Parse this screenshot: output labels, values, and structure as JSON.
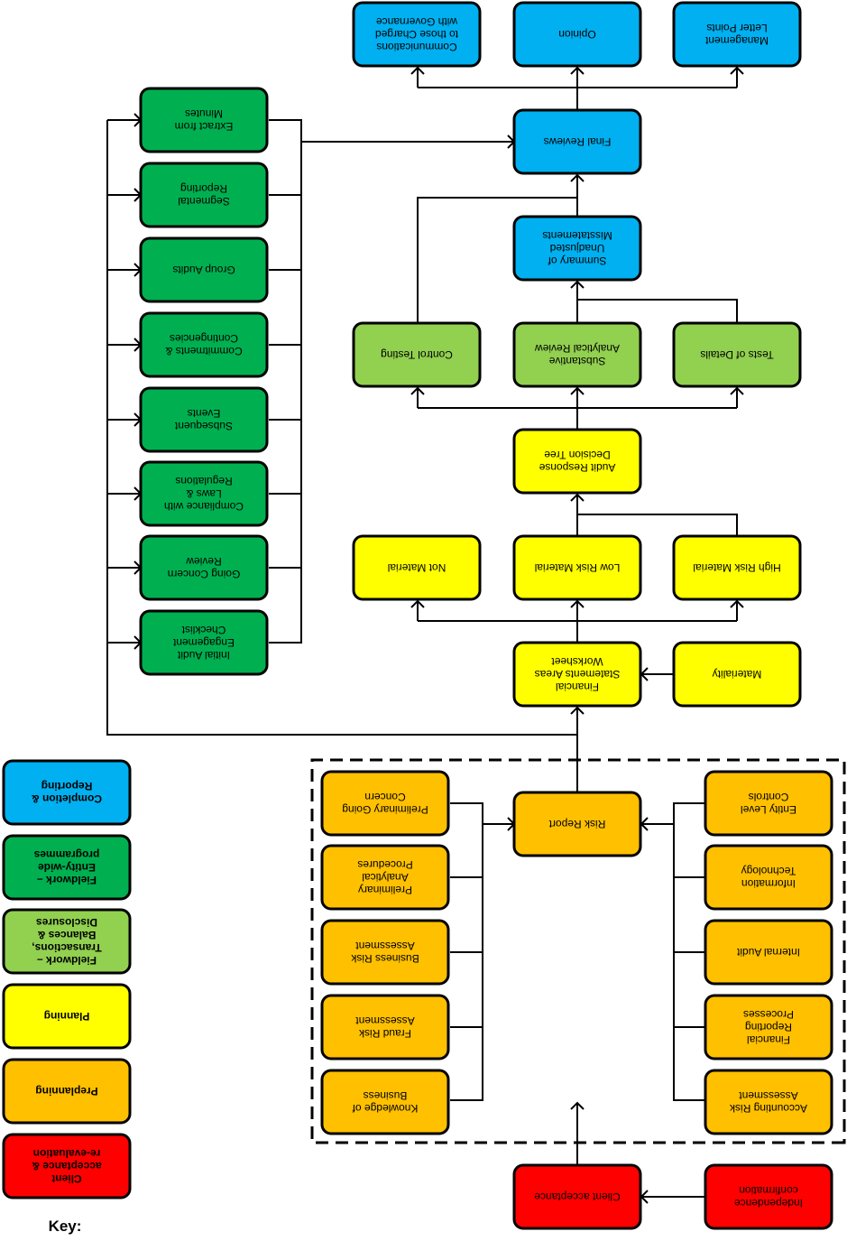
{
  "colors": {
    "completion": "#00B0F0",
    "fieldwork_entity": "#00B050",
    "fieldwork_tbd": "#92D050",
    "planning": "#FFFF00",
    "preplanning": "#FFC000",
    "client": "#FF0000"
  },
  "key": {
    "title": "Key:",
    "items": [
      {
        "id": "key_completion",
        "lines": [
          "Completion &",
          "Reporting"
        ],
        "color": "completion"
      },
      {
        "id": "key_fw_entity",
        "lines": [
          "Fieldwork –",
          "Entity-wide",
          "programmes"
        ],
        "color": "fieldwork_entity"
      },
      {
        "id": "key_fw_tbd",
        "lines": [
          "Fieldwork –",
          "Transactions,",
          "Balances &",
          "Disclosures"
        ],
        "color": "fieldwork_tbd"
      },
      {
        "id": "key_planning",
        "lines": [
          "Planning"
        ],
        "color": "planning"
      },
      {
        "id": "key_preplanning",
        "lines": [
          "Preplanning"
        ],
        "color": "preplanning"
      },
      {
        "id": "key_client",
        "lines": [
          "Client",
          "acceptance &",
          "re-evaluation"
        ],
        "color": "client"
      }
    ]
  },
  "nodes": [
    {
      "id": "comm_governance",
      "lines": [
        "Communications",
        "to those Charged",
        "with Governance"
      ],
      "color": "completion"
    },
    {
      "id": "opinion",
      "lines": [
        "Opinion"
      ],
      "color": "completion"
    },
    {
      "id": "mgmt_letter",
      "lines": [
        "Management",
        "Letter Points"
      ],
      "color": "completion"
    },
    {
      "id": "final_reviews",
      "lines": [
        "Final Reviews"
      ],
      "color": "completion"
    },
    {
      "id": "summary_misstatements",
      "lines": [
        "Summary of",
        "Unadjusted",
        "Misstatements"
      ],
      "color": "completion"
    },
    {
      "id": "control_testing",
      "lines": [
        "Control Testing"
      ],
      "color": "fieldwork_tbd"
    },
    {
      "id": "substantive_analytical",
      "lines": [
        "Substantive",
        "Analytical Review"
      ],
      "color": "fieldwork_tbd"
    },
    {
      "id": "tests_of_details",
      "lines": [
        "Tests of Details"
      ],
      "color": "fieldwork_tbd"
    },
    {
      "id": "audit_response",
      "lines": [
        "Audit Response",
        "Decision Tree"
      ],
      "color": "planning"
    },
    {
      "id": "not_material",
      "lines": [
        "Not Material"
      ],
      "color": "planning"
    },
    {
      "id": "low_risk_material",
      "lines": [
        "Low Risk Material"
      ],
      "color": "planning"
    },
    {
      "id": "high_risk_material",
      "lines": [
        "High Risk Material"
      ],
      "color": "planning"
    },
    {
      "id": "fs_areas_worksheet",
      "lines": [
        "Financial",
        "Statements Areas",
        "Worksheet"
      ],
      "color": "planning"
    },
    {
      "id": "materiality",
      "lines": [
        "Materiality"
      ],
      "color": "planning"
    },
    {
      "id": "extract_minutes",
      "lines": [
        "Extract from",
        "Minutes"
      ],
      "color": "fieldwork_entity"
    },
    {
      "id": "segmental_reporting",
      "lines": [
        "Segmental",
        "Reporting"
      ],
      "color": "fieldwork_entity"
    },
    {
      "id": "group_audits",
      "lines": [
        "Group Audits"
      ],
      "color": "fieldwork_entity"
    },
    {
      "id": "commitments",
      "lines": [
        "Commitments &",
        "Contingencies"
      ],
      "color": "fieldwork_entity"
    },
    {
      "id": "subsequent_events",
      "lines": [
        "Subsequent",
        "Events"
      ],
      "color": "fieldwork_entity"
    },
    {
      "id": "compliance_laws",
      "lines": [
        "Compliance with",
        "Laws &",
        "Regulations"
      ],
      "color": "fieldwork_entity"
    },
    {
      "id": "going_concern_review",
      "lines": [
        "Going Concern",
        "Review"
      ],
      "color": "fieldwork_entity"
    },
    {
      "id": "initial_engagement",
      "lines": [
        "Initial Audit",
        "Engagement",
        "Checklist"
      ],
      "color": "fieldwork_entity"
    },
    {
      "id": "risk_report",
      "lines": [
        "Risk Report"
      ],
      "color": "preplanning"
    },
    {
      "id": "prelim_going_concern",
      "lines": [
        "Preliminary Going",
        "Concern"
      ],
      "color": "preplanning"
    },
    {
      "id": "prelim_analytical",
      "lines": [
        "Preliminary",
        "Analytical",
        "Procedures"
      ],
      "color": "preplanning"
    },
    {
      "id": "business_risk",
      "lines": [
        "Business Risk",
        "Assessment"
      ],
      "color": "preplanning"
    },
    {
      "id": "fraud_risk",
      "lines": [
        "Fraud Risk",
        "Assessment"
      ],
      "color": "preplanning"
    },
    {
      "id": "knowledge_business",
      "lines": [
        "Knowledge of",
        "Business"
      ],
      "color": "preplanning"
    },
    {
      "id": "entity_level_controls",
      "lines": [
        "Entity Level",
        "Controls"
      ],
      "color": "preplanning"
    },
    {
      "id": "information_technology",
      "lines": [
        "Information",
        "Technology"
      ],
      "color": "preplanning"
    },
    {
      "id": "internal_audit",
      "lines": [
        "Internal Audit"
      ],
      "color": "preplanning"
    },
    {
      "id": "financial_reporting",
      "lines": [
        "Financial",
        "Reporting",
        "Processes"
      ],
      "color": "preplanning"
    },
    {
      "id": "accounting_risk",
      "lines": [
        "Accounting Risk",
        "Assessment"
      ],
      "color": "preplanning"
    },
    {
      "id": "client_acceptance",
      "lines": [
        "Client acceptance"
      ],
      "color": "client"
    },
    {
      "id": "independence",
      "lines": [
        "Independence",
        "confirmation"
      ],
      "color": "client"
    }
  ]
}
